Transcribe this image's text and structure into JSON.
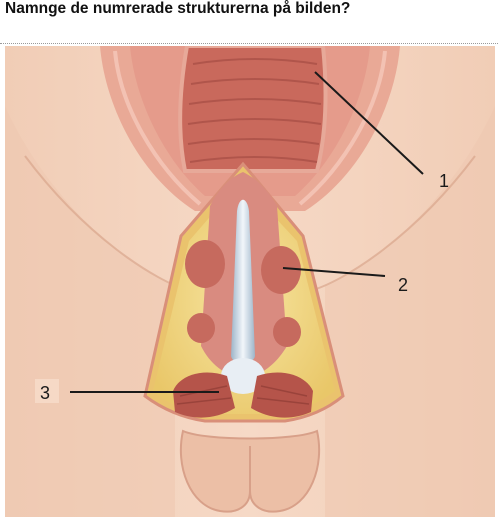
{
  "question": {
    "text": "Namnge de numrerade strukturerna på bilden?"
  },
  "figure": {
    "labels": [
      {
        "id": "1",
        "text": "1"
      },
      {
        "id": "2",
        "text": "2"
      },
      {
        "id": "3",
        "text": "3"
      }
    ]
  }
}
